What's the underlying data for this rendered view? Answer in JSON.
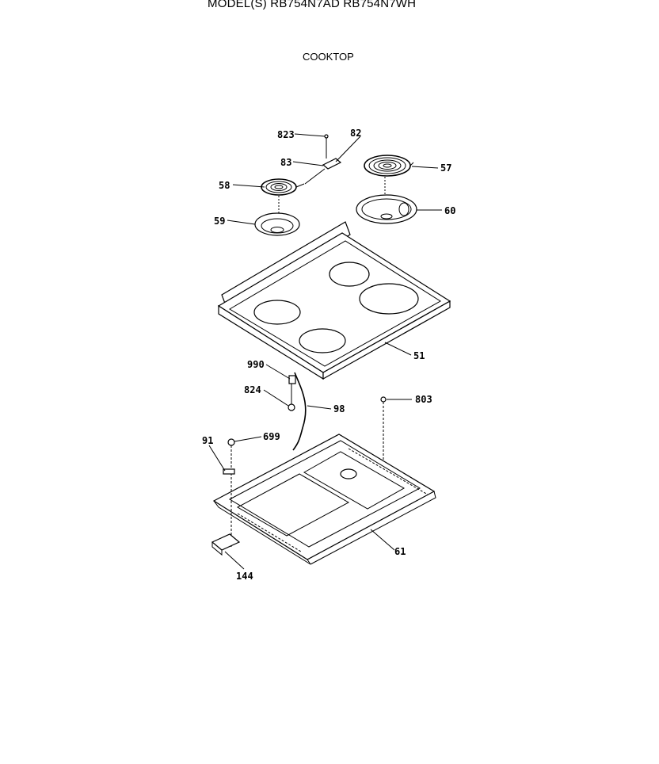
{
  "header": {
    "left_cropped": "",
    "model_line": "MODEL(S) RB754N7AD  RB754N7WH",
    "right_cropped": ""
  },
  "section_title": "COOKTOP",
  "parts": {
    "p823": "823",
    "p82": "82",
    "p83": "83",
    "p57": "57",
    "p58": "58",
    "p59": "59",
    "p60": "60",
    "p51": "51",
    "p990": "990",
    "p824": "824",
    "p98": "98",
    "p803": "803",
    "p91": "91",
    "p699": "699",
    "p61": "61",
    "p144": "144"
  }
}
